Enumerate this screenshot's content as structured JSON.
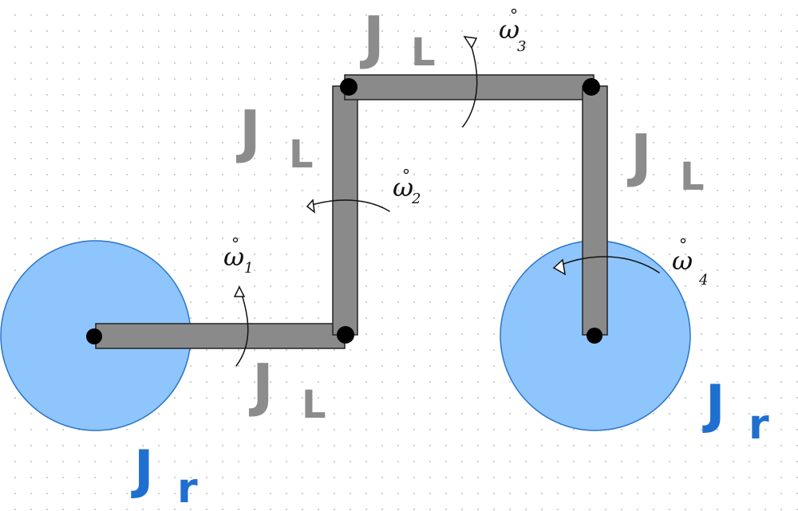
{
  "colors": {
    "background": "#ffffff",
    "dot_grid": "#cfcfcf",
    "link_fill": "#8a8a8a",
    "link_stroke": "#222222",
    "joint": "#000000",
    "wheel_fill": "#8ec5fc",
    "wheel_stroke": "#2a74c9",
    "label_gray": "#8c8c8c",
    "label_blue": "#1f6fd0",
    "annotation": "#111111"
  },
  "labels": {
    "link_inertia_top": "J",
    "link_inertia_top_sub": "L",
    "link_inertia_left": "J",
    "link_inertia_left_sub": "L",
    "link_inertia_right": "J",
    "link_inertia_right_sub": "L",
    "link_inertia_bottom": "J",
    "link_inertia_bottom_sub": "L",
    "rotor_inertia_left": "J",
    "rotor_inertia_left_sub": "r",
    "rotor_inertia_right": "J",
    "rotor_inertia_right_sub": "r",
    "omega_1": "ω",
    "omega_1_sub": "1",
    "omega_2": "ω",
    "omega_2_sub": "2",
    "omega_3": "ω",
    "omega_3_sub": "3",
    "omega_4": "ω",
    "omega_4_sub": "4"
  },
  "icons": {
    "rotation_arrow": "rotation-arrow-icon",
    "joint": "joint-dot-icon"
  }
}
